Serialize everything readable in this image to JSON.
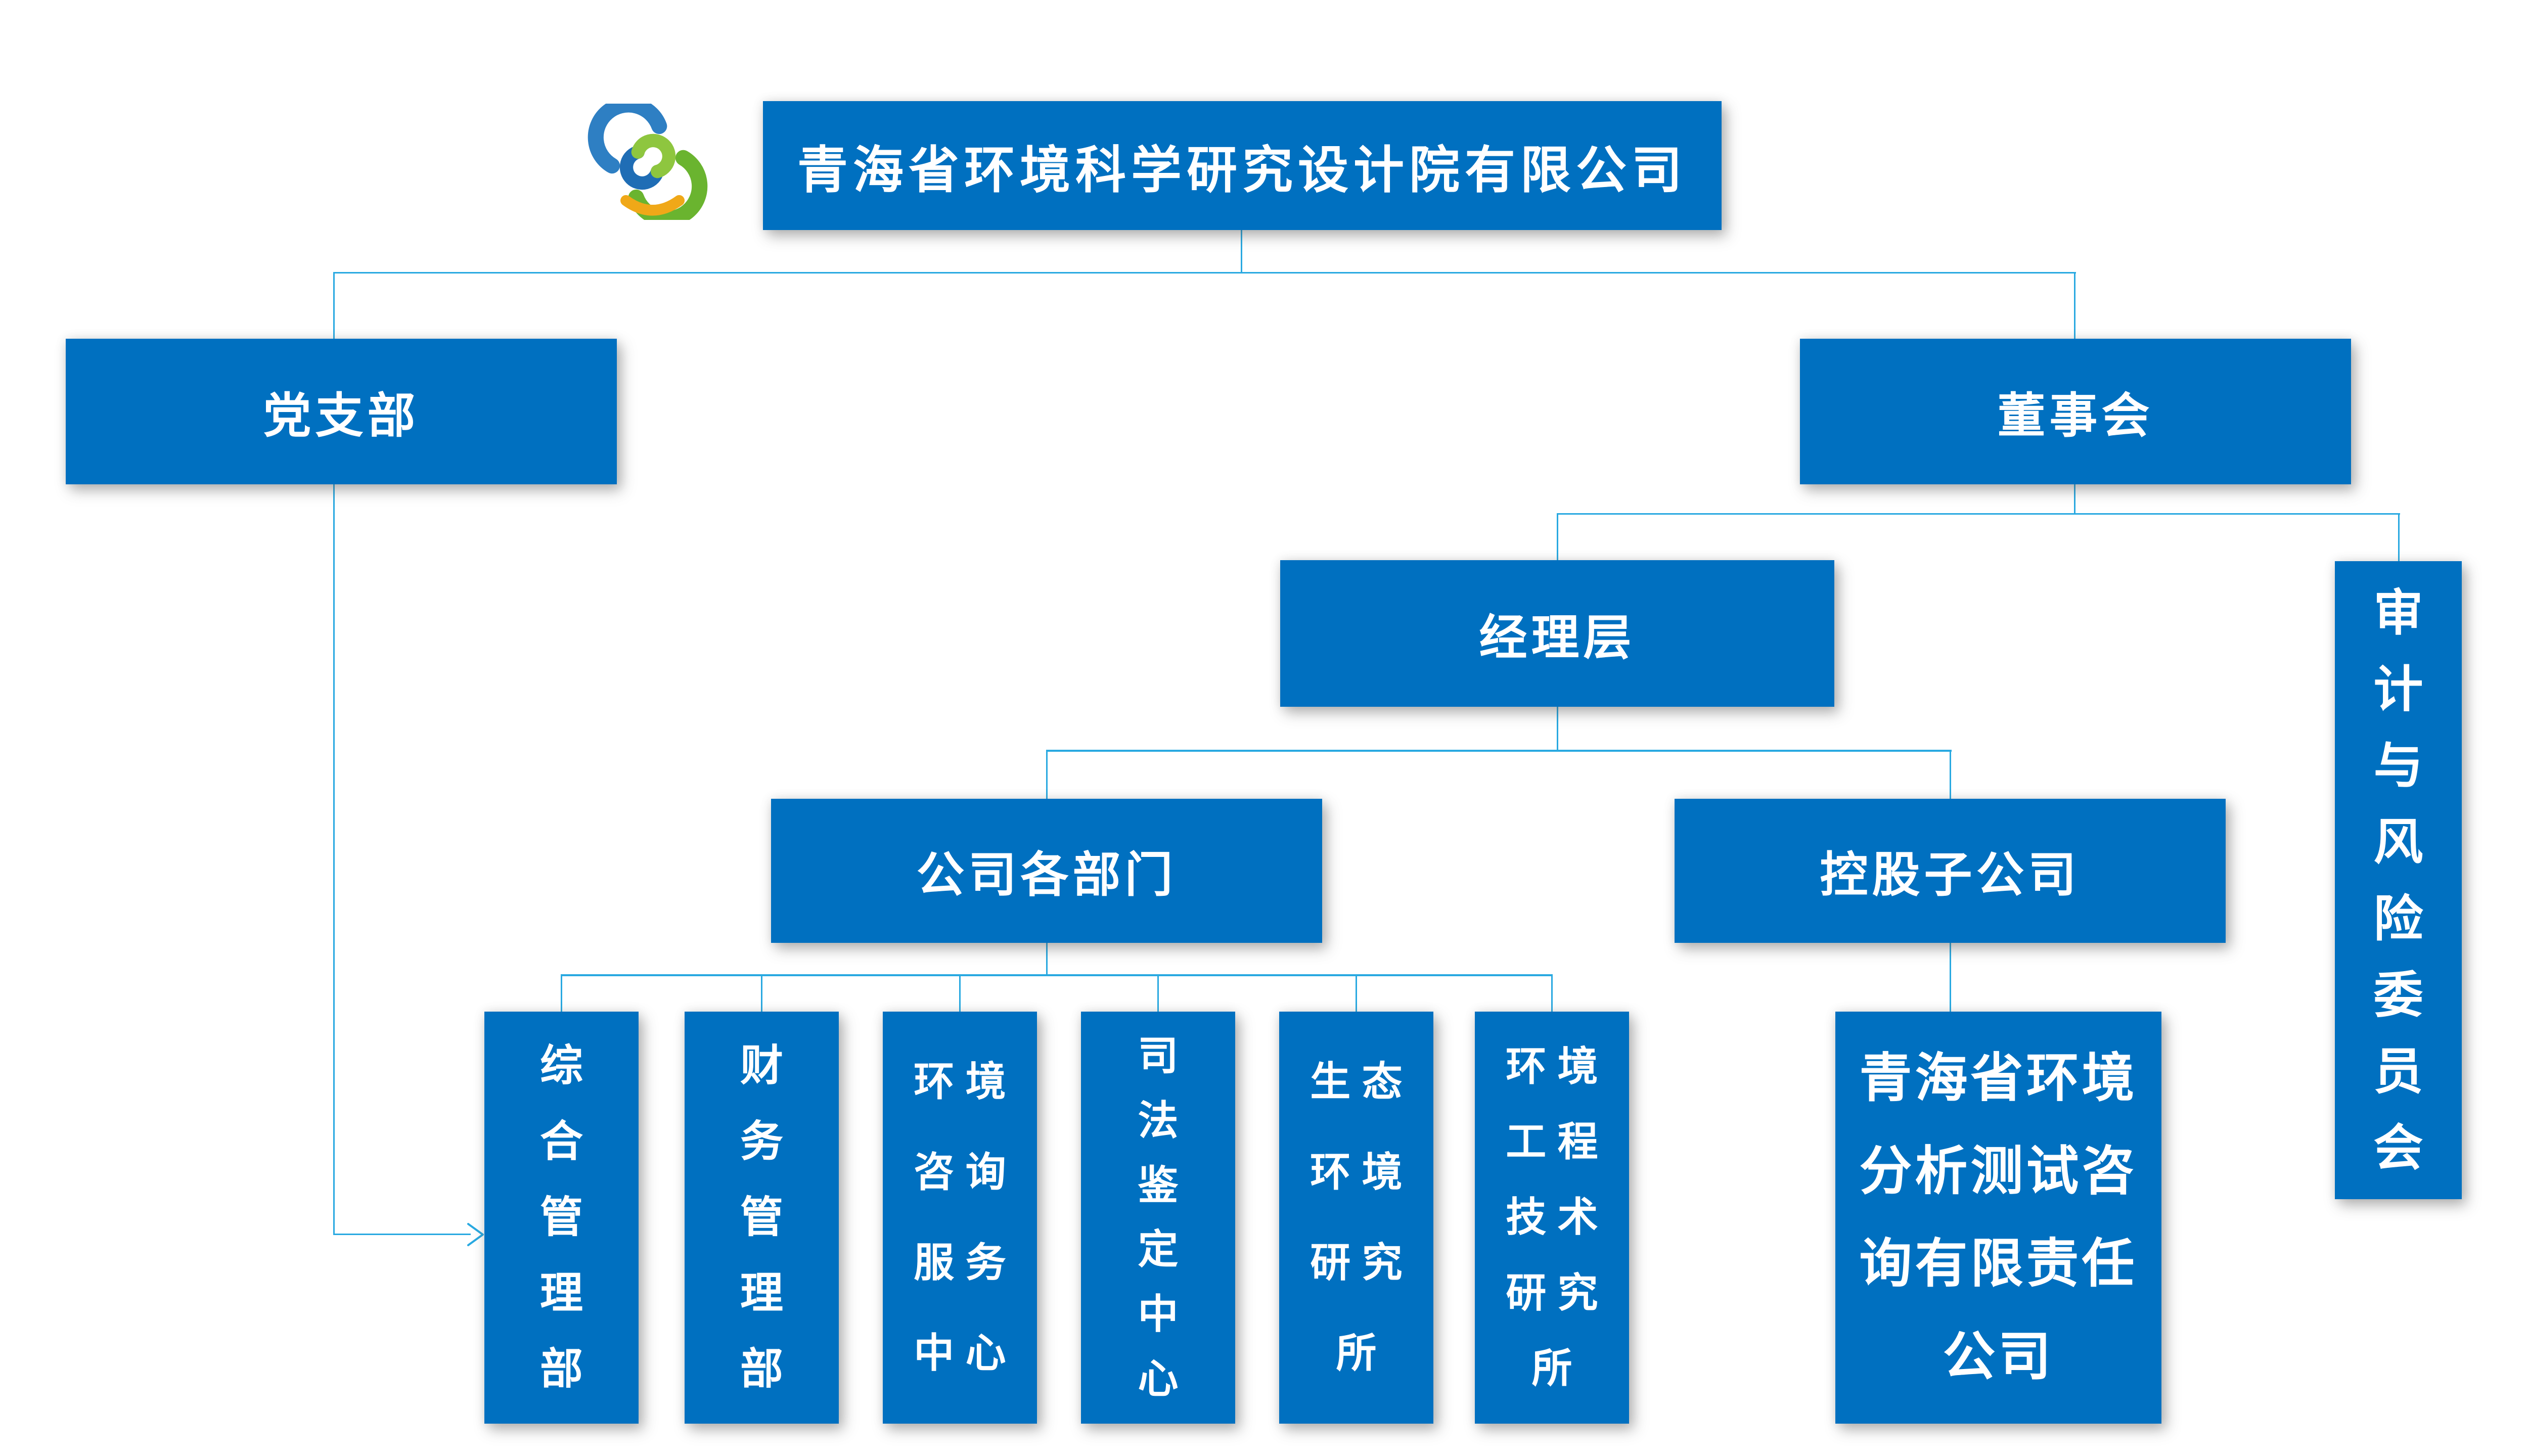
{
  "colors": {
    "node_fill": "#0070c0",
    "connector": "#29a9e1",
    "node_text": "#ffffff",
    "logo_blue": "#2e7fc3",
    "logo_green": "#6ab42f",
    "logo_yellow": "#f0a818"
  },
  "icons": {
    "logo": "company-logo",
    "watermark": "company-logo-watermark",
    "arrow": "right-chevron-arrow"
  },
  "org": {
    "root": {
      "label": "青海省环境科学研究设计院有限公司"
    },
    "party_branch": {
      "label": "党支部"
    },
    "board": {
      "label": "董事会"
    },
    "management": {
      "label": "经理层"
    },
    "audit_risk_committee": {
      "label": "审计与风险委员会",
      "rows": [
        "审",
        "计",
        "与",
        "风",
        "险",
        "委",
        "员",
        "会"
      ]
    },
    "departments_group": {
      "label": "公司各部门"
    },
    "subsidiaries_group": {
      "label": "控股子公司"
    },
    "departments": [
      {
        "label": "综合管理部",
        "rows": [
          "综",
          "合",
          "管",
          "理",
          "部"
        ]
      },
      {
        "label": "财务管理部",
        "rows": [
          "财",
          "务",
          "管",
          "理",
          "部"
        ]
      },
      {
        "label": "环境咨询服务中心",
        "rows": [
          "环境",
          "咨询",
          "服务",
          "中心"
        ]
      },
      {
        "label": "司法鉴定中心",
        "rows": [
          "司",
          "法",
          "鉴",
          "定",
          "中",
          "心"
        ]
      },
      {
        "label": "生态环境研究所",
        "rows": [
          "生态",
          "环境",
          "研究",
          "所"
        ]
      },
      {
        "label": "环境工程技术研究所",
        "rows": [
          "环境",
          "工程",
          "技术",
          "研究",
          "所"
        ]
      }
    ],
    "subsidiary_companies": [
      {
        "label": "青海省环境分析测试咨询有限责任公司",
        "rows": [
          "青海省环境",
          "分析测试咨",
          "询有限责任",
          "公司"
        ]
      }
    ]
  }
}
